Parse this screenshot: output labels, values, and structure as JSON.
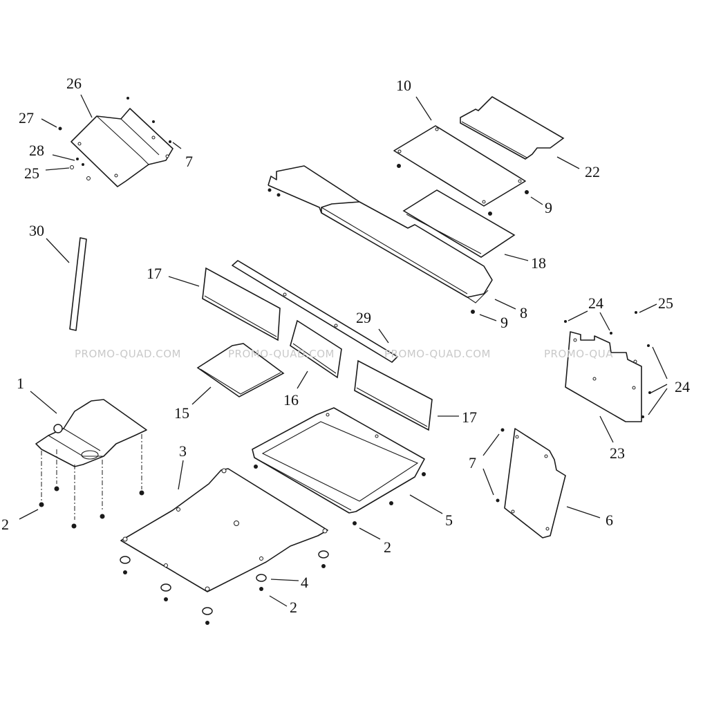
{
  "callouts": {
    "c1": "1",
    "c2a": "2",
    "c2b": "2",
    "c2c": "2",
    "c3": "3",
    "c4": "4",
    "c5": "5",
    "c6": "6",
    "c7a": "7",
    "c7b": "7",
    "c8": "8",
    "c9a": "9",
    "c9b": "9",
    "c10": "10",
    "c15": "15",
    "c16": "16",
    "c17a": "17",
    "c17b": "17",
    "c18": "18",
    "c22": "22",
    "c23": "23",
    "c24a": "24",
    "c24b": "24",
    "c25a": "25",
    "c25b": "25",
    "c26": "26",
    "c27": "27",
    "c28": "28",
    "c29": "29",
    "c30": "30"
  },
  "watermarks": {
    "w1": "PROMO-QUAD.COM",
    "w2": "PROMO-QUAD.COM",
    "w3": "PROMO-QUAD.COM",
    "w4": "PROMO-QUA"
  }
}
